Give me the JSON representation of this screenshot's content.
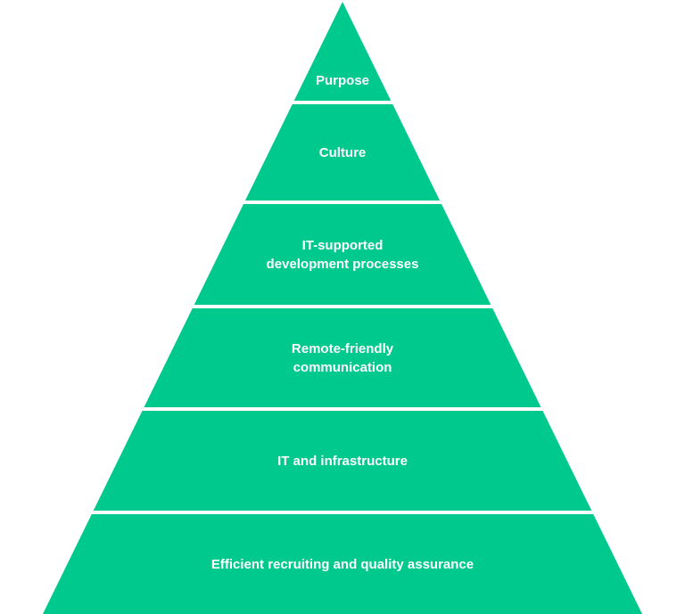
{
  "colors": {
    "tier_fill": "#00C98D",
    "label_text": "#ffffff",
    "background": "#ffffff"
  },
  "pyramid": {
    "tiers": [
      {
        "lines": [
          "Purpose"
        ]
      },
      {
        "lines": [
          "Culture"
        ]
      },
      {
        "lines": [
          "IT-supported",
          "development processes"
        ]
      },
      {
        "lines": [
          "Remote-friendly",
          "communication"
        ]
      },
      {
        "lines": [
          "IT and infrastructure"
        ]
      },
      {
        "lines": [
          "Efficient recruiting and quality assurance"
        ]
      }
    ]
  }
}
